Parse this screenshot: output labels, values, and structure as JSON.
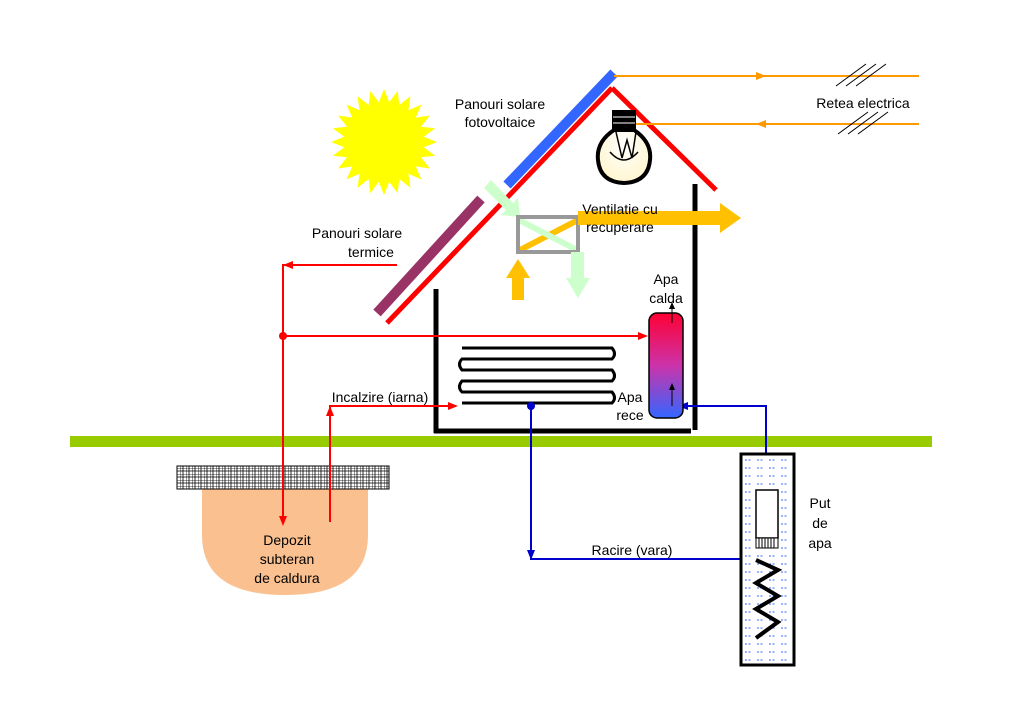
{
  "labels": {
    "pv_panels": [
      "Panouri solare",
      "fotovoltaice"
    ],
    "grid": "Retea electrica",
    "thermal_panels": [
      "Panouri solare",
      "termice"
    ],
    "ventilation": [
      "Ventilatie cu",
      "recuperare"
    ],
    "hot_water": [
      "Apa",
      "calda"
    ],
    "cold_water": [
      "Apa",
      "rece"
    ],
    "heating": "Incalzire (iarna)",
    "cooling": "Racire (vara)",
    "well": [
      "Put",
      "de",
      "apa"
    ],
    "storage": [
      "Depozit",
      "subteran",
      "de caldura"
    ]
  },
  "colors": {
    "sun": "#FFFF00",
    "ground": "#99CC00",
    "roof": "#FF0000",
    "pv_panel": "#3366FF",
    "thermal_panel": "#993366",
    "heat_pipe": "#FF0000",
    "cold_pipe": "#0000CC",
    "grid_line": "#FF9900",
    "vent_warm": "#FFC000",
    "vent_cool": "#CCFFCC",
    "storage": "#FAC090",
    "house_wall": "#000000"
  }
}
